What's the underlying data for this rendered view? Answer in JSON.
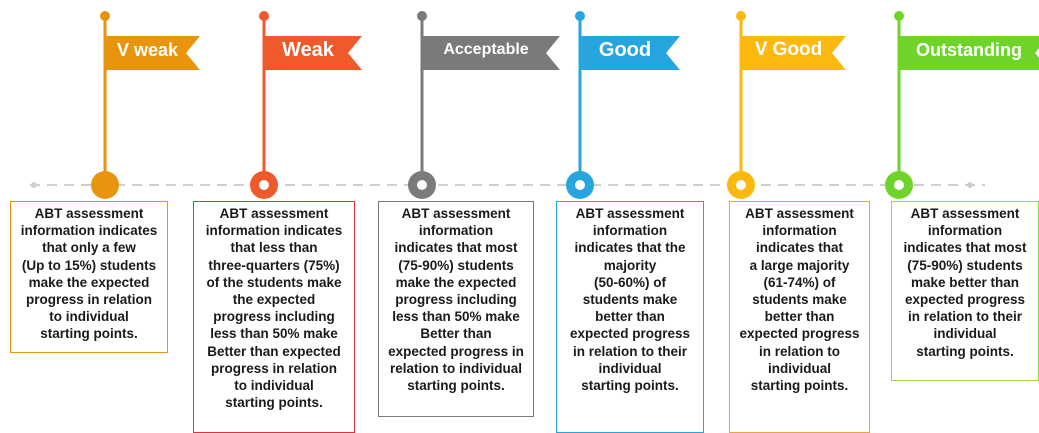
{
  "levels": [
    {
      "label": "V weak",
      "color": "#e9940f",
      "description": [
        "ABT assessment",
        "information indicates",
        "that only a few",
        "(Up to 15%) students",
        "make the expected",
        "progress in relation",
        "to individual",
        "starting points."
      ]
    },
    {
      "label": "Weak",
      "color": "#ee5a2c",
      "border_color": "#e0303b",
      "description": [
        "ABT assessment",
        "information indicates",
        "that less than",
        "three-quarters (75%)",
        "of the students make",
        "the expected",
        "progress including",
        "less than 50% make",
        "Better than expected",
        "progress in relation",
        "to individual",
        "starting points."
      ]
    },
    {
      "label": "Acceptable",
      "color": "#7a7a7a",
      "description": [
        "ABT assessment",
        "information",
        "indicates that most",
        "(75-90%) students",
        "make the expected",
        "progress including",
        "less than 50% make",
        "Better than",
        "expected progress in",
        "relation to individual",
        "starting points."
      ]
    },
    {
      "label": "Good",
      "color": "#26a5de",
      "description": [
        "ABT assessment",
        "information",
        "indicates that the",
        "majority",
        "(50-60%) of",
        "students make",
        "better than",
        "expected progress",
        "in relation to their",
        "individual",
        "starting points."
      ]
    },
    {
      "label": "V Good",
      "color": "#fbb80f",
      "border_color": "#f0a33a",
      "description": [
        "ABT assessment",
        "information",
        "indicates that",
        "a large majority",
        "(61-74%) of",
        "students make",
        "better than",
        "expected progress",
        "in relation to",
        "individual",
        "starting points."
      ]
    },
    {
      "label": "Outstanding",
      "color": "#6fd42a",
      "border_color": "#8edb52",
      "description": [
        "ABT assessment",
        "information",
        "indicates that most",
        "(75-90%) students",
        "make better than",
        "expected progress",
        "in relation to their",
        "individual",
        "starting points."
      ]
    }
  ],
  "timeline_color": "#cfcfcf"
}
